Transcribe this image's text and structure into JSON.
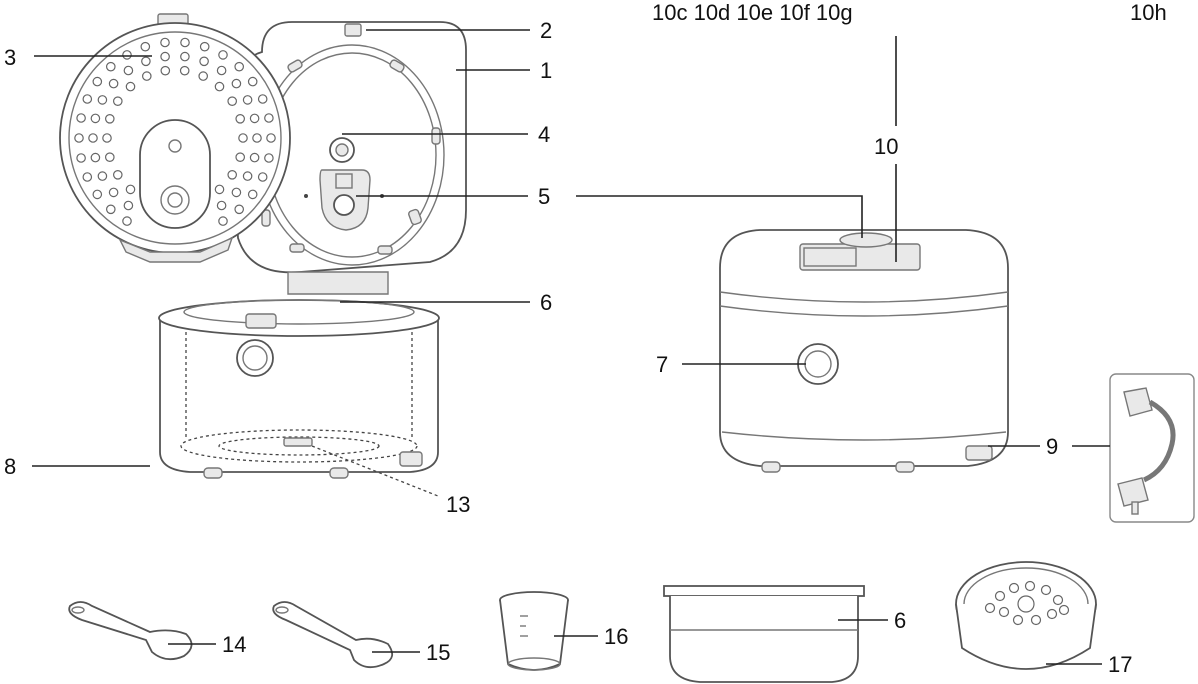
{
  "labels": {
    "l1": "1",
    "l2": "2",
    "l3": "3",
    "l4": "4",
    "l5": "5",
    "l6a": "6",
    "l6b": "6",
    "l7": "7",
    "l8": "8",
    "l9": "9",
    "l10": "10",
    "l10row": "10c 10d 10e 10f 10g",
    "l10h": "10h",
    "l13": "13",
    "l14": "14",
    "l15": "15",
    "l16": "16",
    "l17": "17"
  },
  "icons": [
    "rice-cooker-open-icon",
    "rice-cooker-closed-icon",
    "power-cord-icon",
    "rice-spoon-icon",
    "soup-ladle-icon",
    "measuring-cup-icon",
    "inner-pot-icon",
    "steamer-basket-icon"
  ]
}
